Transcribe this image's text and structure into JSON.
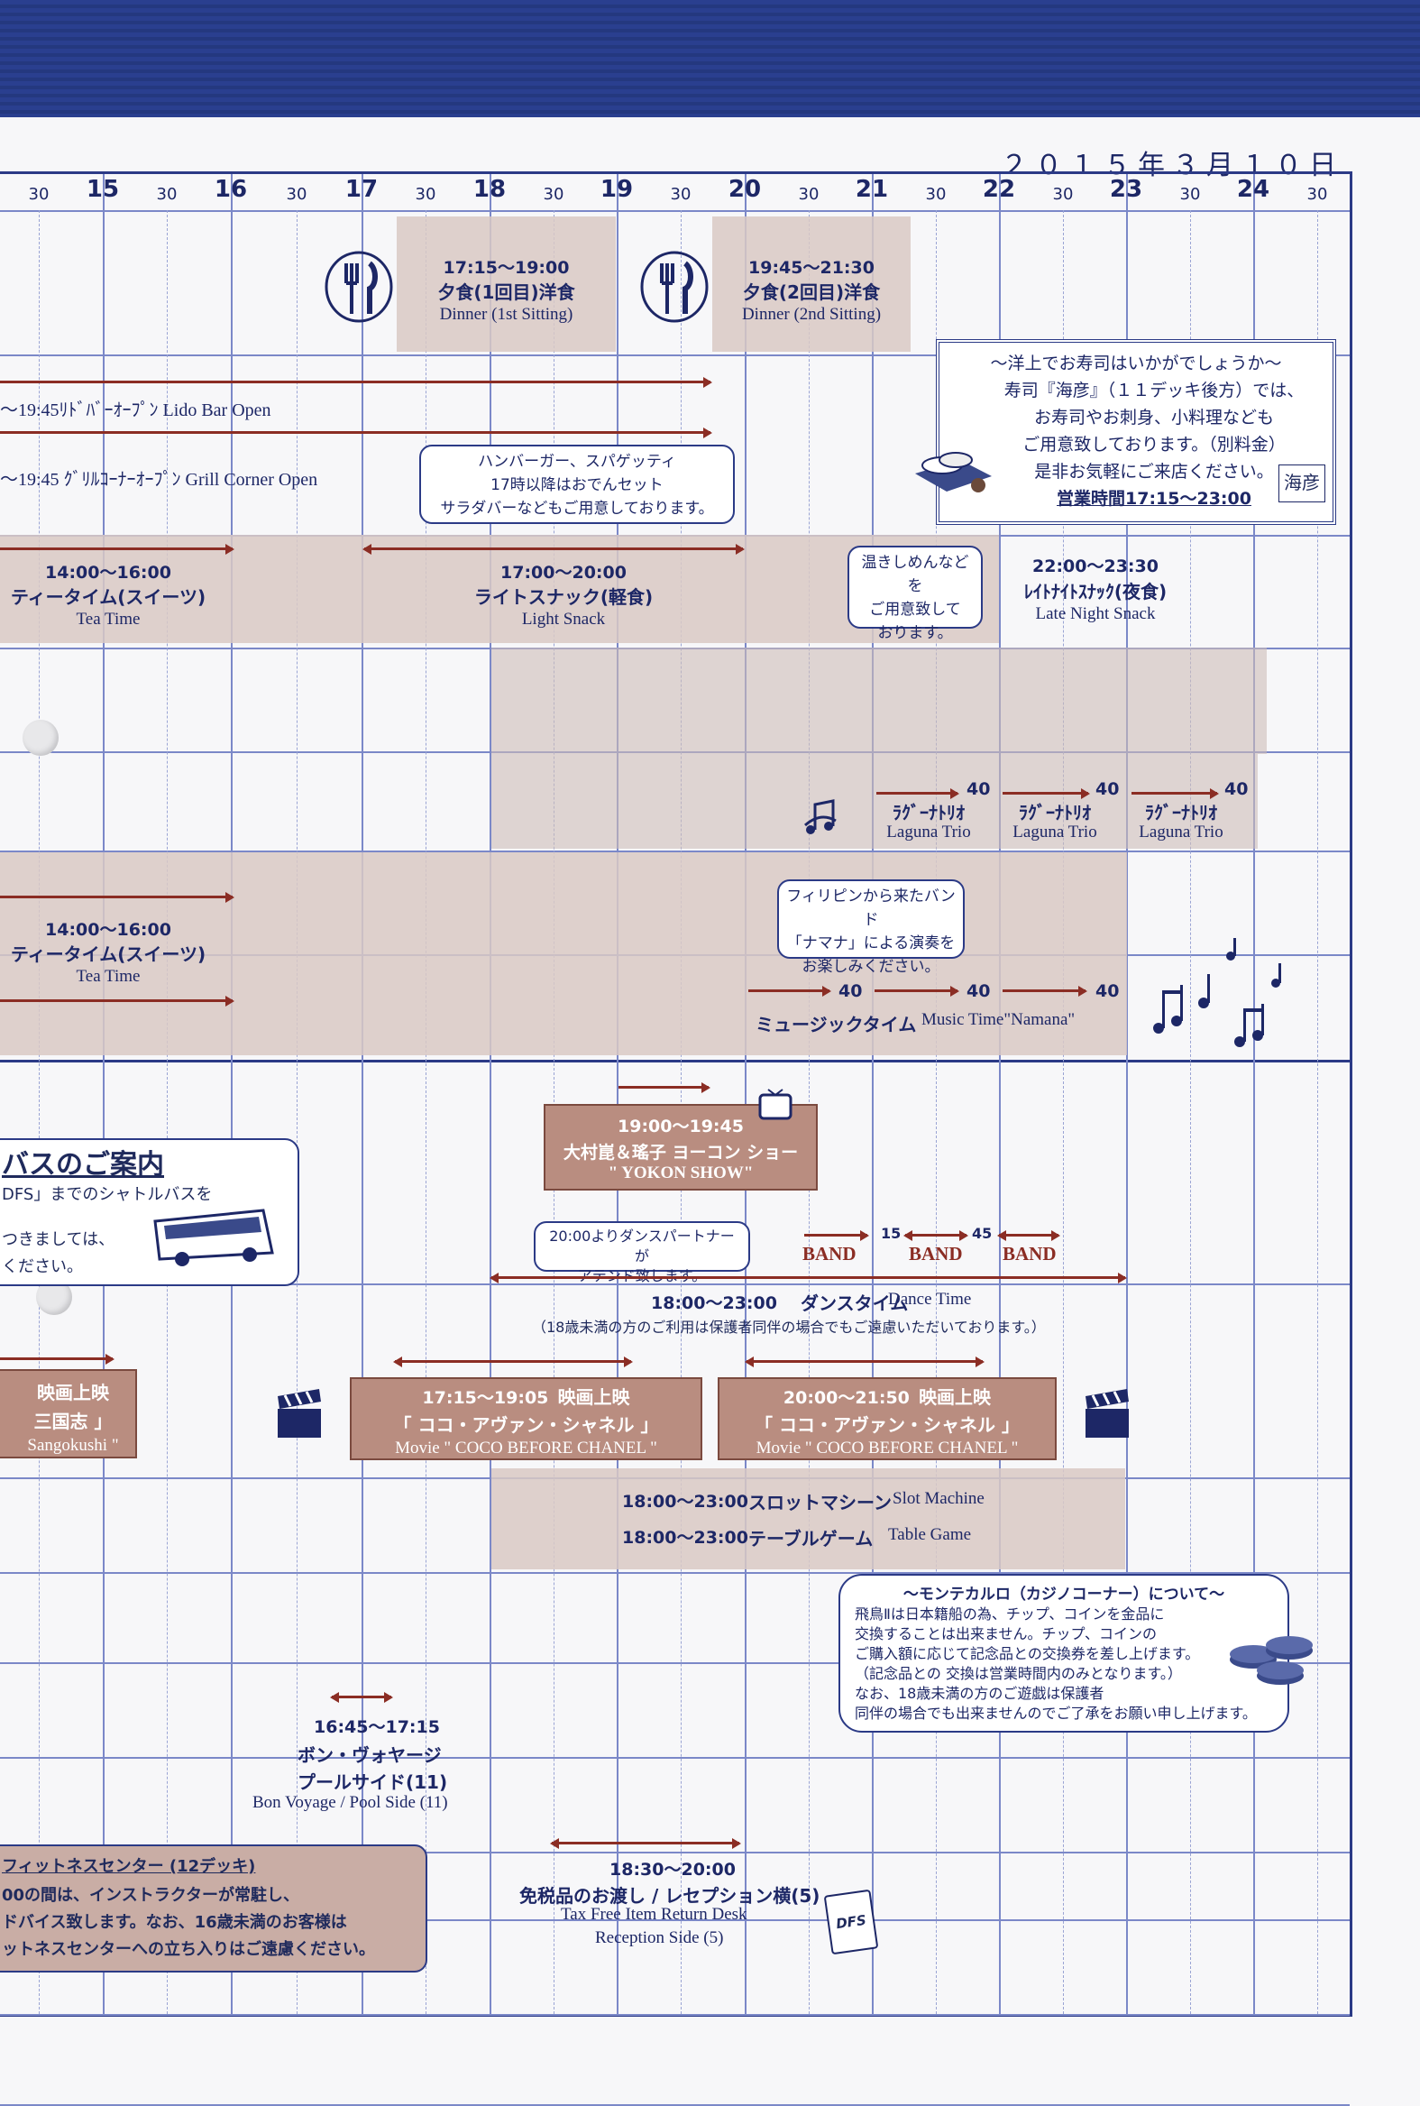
{
  "date": "２０１５年３月１０日",
  "axis": {
    "hours": [
      "15",
      "16",
      "17",
      "18",
      "19",
      "20",
      "21",
      "22",
      "23",
      "24"
    ],
    "minute_label": "30"
  },
  "dinner1": {
    "time": "17:15〜19:00",
    "jp": "夕食(1回目)洋食",
    "en": "Dinner (1st Sitting)"
  },
  "dinner2": {
    "time": "19:45〜21:30",
    "jp": "夕食(2回目)洋食",
    "en": "Dinner (2nd Sitting)"
  },
  "lido": {
    "label": "〜19:45ﾘﾄﾞﾊﾞｰｵｰﾌﾟﾝ Lido Bar Open"
  },
  "grill": {
    "label": "〜19:45 ｸﾞﾘﾙｺｰﾅｰｵｰﾌﾟﾝ Grill Corner Open"
  },
  "grill_callout": {
    "lines": [
      "ハンバーガー、スパゲッティ",
      "17時以降はおでんセット",
      "サラダバーなどもご用意しております。"
    ]
  },
  "sushi": {
    "lines": [
      "〜洋上でお寿司はいかがでしょうか〜",
      "寿司『海彦』（１１デッキ後方）では、",
      "お寿司やお刺身、小料理なども",
      "ご用意致しております。（別料金）",
      "是非お気軽にご来店ください。"
    ],
    "hours": "営業時間17:15〜23:00",
    "logo": "海彦"
  },
  "teatime1": {
    "time": "14:00〜16:00",
    "jp": "ティータイム(スイーツ)",
    "en": "Tea Time"
  },
  "lightsnack": {
    "time": "17:00〜20:00",
    "jp": "ライトスナック(軽食)",
    "en": "Light Snack"
  },
  "noodle_callout": {
    "lines": [
      "温きしめんなどを",
      "ご用意致して",
      "おります。"
    ]
  },
  "latenight": {
    "time": "22:00〜23:30",
    "jp": "ﾚｲﾄﾅｲﾄｽﾅｯｸ(夜食)",
    "en": "Late Night Snack"
  },
  "laguna": {
    "jp": "ﾗｸﾞｰﾅﾄﾘｵ",
    "en": "Laguna Trio",
    "mins": "40"
  },
  "teatime2": {
    "time": "14:00〜16:00",
    "jp": "ティータイム(スイーツ)",
    "en": "Tea Time"
  },
  "namana_callout": {
    "lines": [
      "フィリピンから来たバンド",
      "「ナマナ」による演奏を",
      "お楽しみください。"
    ]
  },
  "music": {
    "label": "ミュージックタイム",
    "en": "Music Time\"Namana\"",
    "mins": "40"
  },
  "bus": {
    "title": "バスのご案内",
    "lines": [
      "DFS」までのシャトルバスを",
      "つきましては、",
      "ください。"
    ]
  },
  "yokon": {
    "time": "19:00〜19:45",
    "jp": "大村崑＆瑤子 ヨーコン ショー",
    "en": "\" YOKON SHOW\""
  },
  "dance_callout": {
    "lines": [
      "20:00よりダンスパートナーが",
      "アテンド致します。"
    ]
  },
  "band": {
    "label": "BAND",
    "m15": "15",
    "m45": "45"
  },
  "dance": {
    "time": "18:00〜23:00",
    "jp": "ダンスタイム",
    "en": "Dance Time",
    "note": "（18歳未満の方のご利用は保護者同伴の場合でもご遠慮いただいております。）"
  },
  "movie0": {
    "l1": "映画上映",
    "l2": "三国志 」",
    "l3": "Sangokushi \""
  },
  "movie1": {
    "time": "17:15〜19:05",
    "l1": "映画上映",
    "l2": "「 ココ・アヴァン・シャネル 」",
    "l3": "Movie \" COCO BEFORE CHANEL \""
  },
  "movie2": {
    "time": "20:00〜21:50",
    "l1": "映画上映",
    "l2": "「 ココ・アヴァン・シャネル 」",
    "l3": "Movie \" COCO BEFORE CHANEL \""
  },
  "slot": {
    "time": "18:00〜23:00",
    "jp": "スロットマシーン",
    "en": "Slot Machine"
  },
  "table": {
    "time": "18:00〜23:00",
    "jp": "テーブルゲーム",
    "en": "Table Game"
  },
  "casino": {
    "title": "〜モンテカルロ（カジノコーナー）について〜",
    "lines": [
      "飛鳥Ⅱは日本籍船の為、チップ、コインを金品に",
      "交換することは出来ません。チップ、コインの",
      "ご購入額に応じて記念品との交換券を差し上げます。",
      "（記念品との 交換は営業時間内のみとなります。）",
      "なお、18歳未満の方のご遊戯は保護者",
      "同伴の場合でも出来ませんのでご了承をお願い申し上げます。"
    ]
  },
  "bonvoyage": {
    "time": "16:45〜17:15",
    "jp1": "ボン・ヴォヤージ",
    "jp2": "プールサイド(11)",
    "en": "Bon Voyage / Pool Side (11)"
  },
  "fitness": {
    "title": "フィットネスセンター (12デッキ)",
    "lines": [
      "00の間は、インストラクターが常駐し、",
      "ドバイス致します。なお、16歳未満のお客様は",
      "ットネスセンターへの立ち入りはご遠慮ください。"
    ]
  },
  "taxfree": {
    "time": "18:30〜20:00",
    "jp": "免税品のお渡し / レセプション横(5)",
    "en1": "Tax Free Item Return Desk",
    "en2": "Reception Side (5)"
  },
  "dfs_icon": "DFS"
}
